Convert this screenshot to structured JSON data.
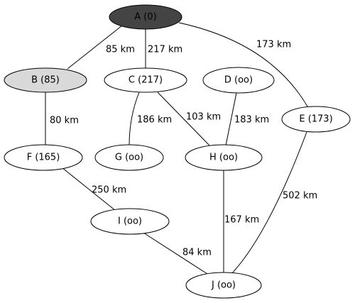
{
  "colors": {
    "visited": "#444444",
    "frontier": "#d9d9d9",
    "unvisited": "#ffffff",
    "visited_text": "#ffffff",
    "default_text": "#000000"
  },
  "nodes": [
    {
      "id": "A",
      "label": "A (0)",
      "state": "visited"
    },
    {
      "id": "B",
      "label": "B (85)",
      "state": "frontier"
    },
    {
      "id": "C",
      "label": "C (217)",
      "state": "unvisited"
    },
    {
      "id": "D",
      "label": "D (oo)",
      "state": "unvisited"
    },
    {
      "id": "E",
      "label": "E (173)",
      "state": "unvisited"
    },
    {
      "id": "F",
      "label": "F (165)",
      "state": "unvisited"
    },
    {
      "id": "G",
      "label": "G (oo)",
      "state": "unvisited"
    },
    {
      "id": "H",
      "label": "H (oo)",
      "state": "unvisited"
    },
    {
      "id": "I",
      "label": "I (oo)",
      "state": "unvisited"
    },
    {
      "id": "J",
      "label": "J (oo)",
      "state": "unvisited"
    }
  ],
  "edges": [
    {
      "from": "A",
      "to": "B",
      "label": "85 km"
    },
    {
      "from": "A",
      "to": "C",
      "label": "217 km"
    },
    {
      "from": "A",
      "to": "E",
      "label": "173 km"
    },
    {
      "from": "B",
      "to": "F",
      "label": "80 km"
    },
    {
      "from": "C",
      "to": "G",
      "label": "186 km"
    },
    {
      "from": "C",
      "to": "H",
      "label": "103 km"
    },
    {
      "from": "D",
      "to": "H",
      "label": "183 km"
    },
    {
      "from": "F",
      "to": "I",
      "label": "250 km"
    },
    {
      "from": "H",
      "to": "J",
      "label": "167 km"
    },
    {
      "from": "I",
      "to": "J",
      "label": "84 km"
    },
    {
      "from": "E",
      "to": "J",
      "label": "502 km"
    }
  ]
}
